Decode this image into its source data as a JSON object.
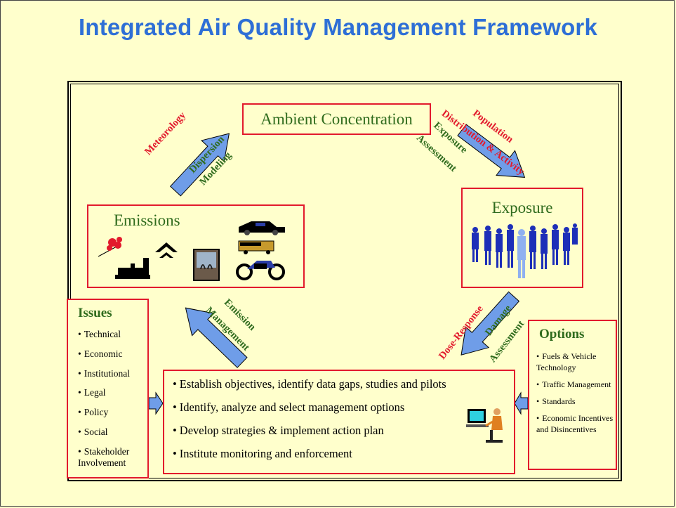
{
  "title": "Integrated Air Quality Management Framework",
  "nodes": {
    "ambient": "Ambient Concentration",
    "emissions": "Emissions",
    "exposure": "Exposure"
  },
  "arrow_labels": {
    "meteorology": "Meteorology",
    "dispersion_1": "Dispersion",
    "dispersion_2": "Modeling",
    "population_1": "Population",
    "population_2": "Distribution & Activity",
    "exposure_1": "Exposure",
    "exposure_2": "Assessment",
    "dose_response": "Dose-Response",
    "damage_1": "Damage",
    "damage_2": "Assessment",
    "emission_mgmt_1": "Emission",
    "emission_mgmt_2": "Management"
  },
  "issues": {
    "title": "Issues",
    "items": [
      "Technical",
      "Economic",
      "Institutional",
      "Legal",
      "Policy",
      "Social",
      "Stakeholder Involvement"
    ]
  },
  "options": {
    "title": "Options",
    "items": [
      "Fuels & Vehicle Technology",
      "Traffic Management",
      "Standards",
      "Economic Incentives and Disincentives"
    ]
  },
  "actions": {
    "items": [
      "Establish objectives, identify data gaps, studies and pilots",
      "Identify, analyze and select management options",
      "Develop strategies & implement action plan",
      "Institute monitoring and enforcement"
    ]
  },
  "colors": {
    "title": "#2e6fd6",
    "node_text": "#2f6b1d",
    "box_border": "#e21a2c",
    "arrow_fill": "#6f9de8",
    "background": "#ffffcc"
  }
}
